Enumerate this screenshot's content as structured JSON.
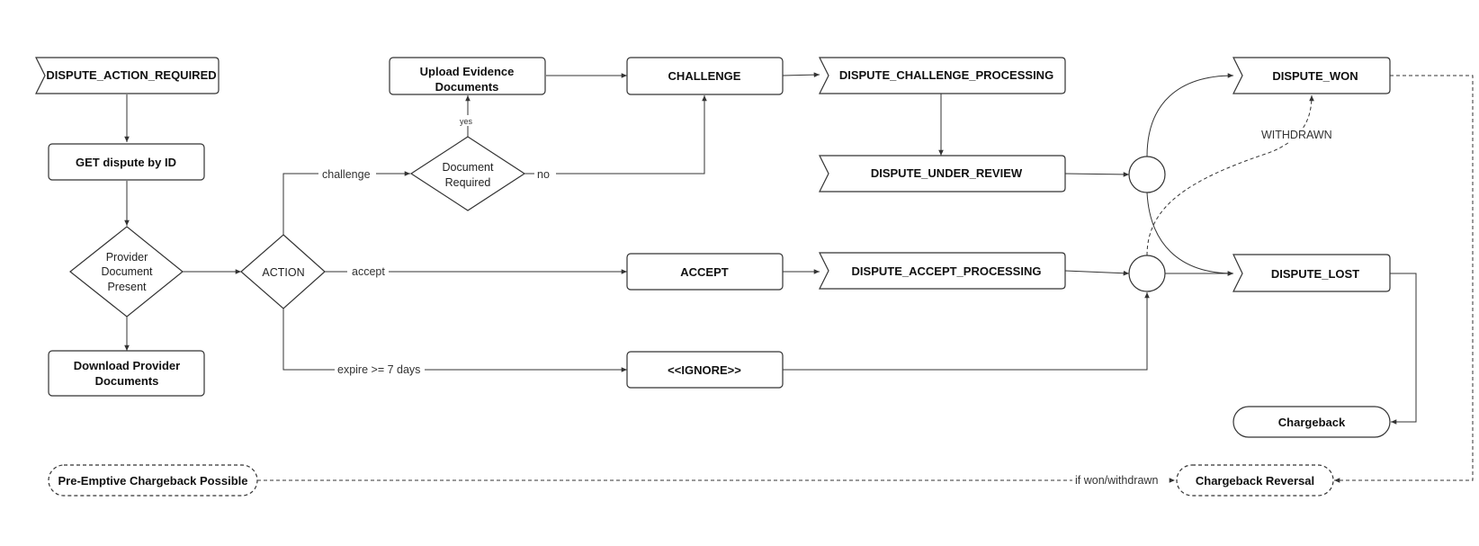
{
  "nodes": {
    "dispute_action_required": "DISPUTE_ACTION_REQUIRED",
    "get_dispute": "GET dispute by ID",
    "provider_document_present": [
      "Provider",
      "Document",
      "Present"
    ],
    "download_provider_documents": [
      "Download Provider",
      "Documents"
    ],
    "action": "ACTION",
    "document_required": [
      "Document",
      "Required"
    ],
    "upload_evidence": [
      "Upload Evidence",
      "Documents"
    ],
    "challenge": "CHALLENGE",
    "accept": "ACCEPT",
    "ignore": "<<IGNORE>>",
    "dispute_challenge_processing": "DISPUTE_CHALLENGE_PROCESSING",
    "dispute_under_review": "DISPUTE_UNDER_REVIEW",
    "dispute_accept_processing": "DISPUTE_ACCEPT_PROCESSING",
    "dispute_won": "DISPUTE_WON",
    "dispute_lost": "DISPUTE_LOST",
    "chargeback": "Chargeback",
    "pre_emptive_chargeback": "Pre-Emptive Chargeback Possible",
    "chargeback_reversal": "Chargeback Reversal"
  },
  "edge_labels": {
    "challenge": "challenge",
    "accept": "accept",
    "expire": "expire >= 7 days",
    "yes": "yes",
    "no": "no",
    "withdrawn": "WITHDRAWN",
    "if_won_withdrawn": "if won/withdrawn"
  },
  "colors": {
    "stroke": "#333333",
    "text": "#111111",
    "background": "#ffffff"
  }
}
